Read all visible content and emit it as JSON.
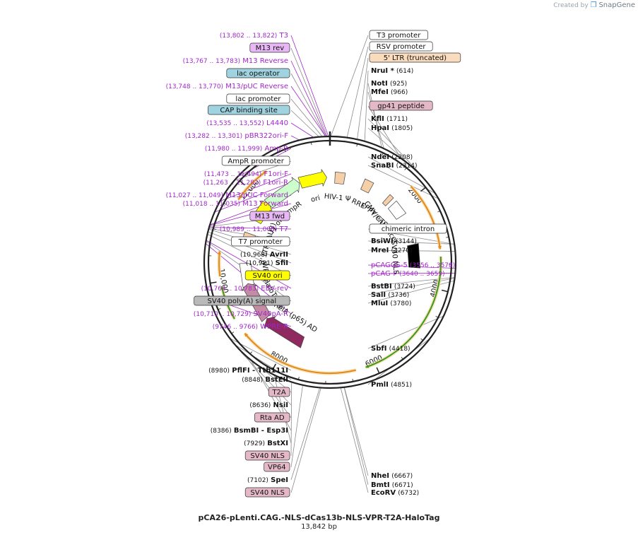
{
  "branding": {
    "created_by": "Created by",
    "app_name": "SnapGene",
    "logo_glyph": "❐"
  },
  "plasmid": {
    "name": "pCA26-pLenti.CAG.-NLS-dCas13b-NLS-VPR-T2A-HaloTag",
    "length": 13842,
    "length_label": "13,842 bp"
  },
  "tick_labels": [
    "2000",
    "4000",
    "6000",
    "8000",
    "10,000",
    "12,000"
  ],
  "features": [
    {
      "name": "HIV-1 Ψ",
      "start": 130,
      "end": 380,
      "direction": "none",
      "color": "#f5cfa8"
    },
    {
      "name": "RRE",
      "start": 880,
      "end": 1114,
      "direction": "none",
      "color": "#f5cfa8"
    },
    {
      "name": "cPPT/CTS",
      "start": 1600,
      "end": 1718,
      "direction": "none",
      "color": "#f5cfa8"
    },
    {
      "name": "CMV enhancer",
      "start": 1820,
      "end": 2200,
      "direction": "none",
      "color": "#ffffff"
    },
    {
      "name": "SV40 NLS",
      "start": 3000,
      "end": 3600,
      "direction": "none",
      "color": "#000000"
    },
    {
      "name": "WPRE",
      "start": 9760,
      "end": 10350,
      "direction": "none",
      "color": "#ffffff"
    },
    {
      "name": "3' LTR (ΔU3)",
      "start": 10900,
      "end": 11134,
      "direction": "none",
      "color": "#f5cfa8"
    },
    {
      "name": "f1 ori",
      "start": 11500,
      "end": 11960,
      "direction": "forward",
      "color": "#ffff00"
    },
    {
      "name": "AmpR",
      "start": 12050,
      "end": 12910,
      "direction": "forward",
      "color": "#ccffcc"
    },
    {
      "name": "ori",
      "start": 13050,
      "end": 13640,
      "direction": "forward",
      "color": "#ffff00"
    },
    {
      "name": "HaloTag®",
      "start": 8800,
      "end": 9700,
      "direction": "forward",
      "color": "#c68ba4"
    },
    {
      "name": "RelA (p65) AD",
      "start": 7650,
      "end": 8650,
      "direction": "forward",
      "color": "#8e2a60"
    }
  ],
  "feature_labels": [
    "HIV-1 Ψ",
    "RRE",
    "cPPT/CTS",
    "CMV enhancer",
    "SV40 NLS",
    "WPRE",
    "3' LTR (ΔU3)",
    "f1 ori",
    "AmpR",
    "ori",
    "HaloTag®",
    "RelA (p65) AD"
  ],
  "orfs": [
    {
      "start": 1800,
      "end": 3200,
      "color": "#e08b1a"
    },
    {
      "start": 3350,
      "end": 6200,
      "color": "#3a9a1e"
    },
    {
      "start": 6400,
      "end": 8850,
      "color": "#e08b1a"
    },
    {
      "start": 9200,
      "end": 9900,
      "color": "#3a9a1e"
    },
    {
      "start": 10100,
      "end": 10600,
      "color": "#e08b1a"
    },
    {
      "start": 11700,
      "end": 12500,
      "color": "#e08b1a"
    }
  ],
  "annotations": [
    {
      "label": "T3",
      "range": "(13,802 .. 13,822)",
      "type": "primer",
      "site": 13812,
      "side": "left",
      "order": 0
    },
    {
      "label": "M13 rev",
      "type": "box",
      "box_color": "#e8b7f5",
      "site": 13790,
      "side": "left",
      "order": 1
    },
    {
      "label": "M13 Reverse",
      "range": "(13,767 .. 13,783)",
      "type": "primer",
      "site": 13775,
      "side": "left",
      "order": 2
    },
    {
      "label": "lac operator",
      "type": "box",
      "box_color": "#9fd3e0",
      "site": 13760,
      "side": "left",
      "order": 3
    },
    {
      "label": "M13/pUC Reverse",
      "range": "(13,748 .. 13,770)",
      "type": "primer",
      "site": 13759,
      "side": "left",
      "order": 4
    },
    {
      "label": "lac promoter",
      "type": "box",
      "box_color": "#ffffff",
      "site": 13700,
      "side": "left",
      "order": 5
    },
    {
      "label": "CAP binding site",
      "type": "box",
      "box_color": "#9fd3e0",
      "site": 13640,
      "side": "left",
      "order": 6
    },
    {
      "label": "L4440",
      "range": "(13,535 .. 13,552)",
      "type": "primer",
      "site": 13543,
      "side": "left",
      "order": 7
    },
    {
      "label": "pBR322ori-F",
      "range": "(13,282 .. 13,301)",
      "type": "primer",
      "site": 13291,
      "side": "left",
      "order": 8
    },
    {
      "label": "Amp-R",
      "range": "(11,980 .. 11,999)",
      "type": "primer",
      "site": 11990,
      "side": "left",
      "order": 9
    },
    {
      "label": "AmpR promoter",
      "type": "box",
      "box_color": "#ffffff",
      "site": 11920,
      "side": "left",
      "order": 10
    },
    {
      "label": "F1ori-F",
      "range": "(11,473 .. 11,494)",
      "type": "primer",
      "site": 11483,
      "side": "left",
      "order": 11
    },
    {
      "label": "F1ori-R",
      "range": "(11,263 .. 11,282)",
      "type": "primer",
      "site": 11272,
      "side": "left",
      "order": 12
    },
    {
      "label": "M13/pUC Forward",
      "range": "(11,027 .. 11,049)",
      "type": "primer",
      "site": 11038,
      "side": "left",
      "order": 13
    },
    {
      "label": "M13 Forward",
      "range": "(11,018 .. 11,035)",
      "type": "primer",
      "site": 11026,
      "side": "left",
      "order": 14
    },
    {
      "label": "M13 fwd",
      "type": "box",
      "box_color": "#e8b7f5",
      "site": 11010,
      "side": "left",
      "order": 15
    },
    {
      "label": "T7",
      "range": "(10,989 .. 11,008)",
      "type": "primer",
      "site": 10998,
      "side": "left",
      "order": 16
    },
    {
      "label": "T7 promoter",
      "type": "box",
      "box_color": "#ffffff",
      "site": 10980,
      "side": "left",
      "order": 17
    },
    {
      "label": "AvrII",
      "pos": "(10,968)",
      "type": "enzyme",
      "site": 10968,
      "side": "left",
      "order": 18
    },
    {
      "label": "SfiI",
      "pos": "(10,921)",
      "type": "enzyme",
      "site": 10921,
      "side": "left",
      "order": 19
    },
    {
      "label": "SV40 ori",
      "type": "box",
      "box_color": "#ffff00",
      "site": 10880,
      "side": "left",
      "order": 20
    },
    {
      "label": "EBV-rev",
      "range": "(10,764 .. 10,783)",
      "type": "primer",
      "site": 10773,
      "side": "left",
      "order": 21
    },
    {
      "label": "SV40 poly(A) signal",
      "type": "box",
      "box_color": "#b9b9b9",
      "site": 10760,
      "side": "left",
      "order": 22
    },
    {
      "label": "SV40pA-R",
      "range": "(10,710 .. 10,729)",
      "type": "primer",
      "site": 10719,
      "side": "left",
      "order": 23
    },
    {
      "label": "WPRE-R",
      "range": "(9746 .. 9766)",
      "type": "primer",
      "site": 9756,
      "side": "left",
      "order": 24
    },
    {
      "label": "PflFI - Tth111I",
      "pos": "(8980)",
      "type": "enzyme",
      "site": 8980,
      "side": "left",
      "order": 25
    },
    {
      "label": "BstEII",
      "pos": "(8848)",
      "type": "enzyme",
      "site": 8848,
      "side": "left",
      "order": 26
    },
    {
      "label": "T2A",
      "type": "box",
      "box_color": "#e4b8c6",
      "site": 8720,
      "side": "left",
      "order": 27
    },
    {
      "label": "NsiI",
      "pos": "(8636)",
      "type": "enzyme",
      "site": 8636,
      "side": "left",
      "order": 28
    },
    {
      "label": "Rta AD",
      "type": "box",
      "box_color": "#e4b8c6",
      "site": 8500,
      "side": "left",
      "order": 29
    },
    {
      "label": "BsmBI - Esp3I",
      "pos": "(8386)",
      "type": "enzyme",
      "site": 8386,
      "side": "left",
      "order": 30
    },
    {
      "label": "BstXI",
      "pos": "(7929)",
      "type": "enzyme",
      "site": 7929,
      "side": "left",
      "order": 31
    },
    {
      "label": "SV40 NLS",
      "type": "box",
      "box_color": "#e4b8c6",
      "site": 7600,
      "side": "left",
      "order": 32
    },
    {
      "label": "VP64",
      "type": "box",
      "box_color": "#e4b8c6",
      "site": 7400,
      "side": "left",
      "order": 33
    },
    {
      "label": "SpeI",
      "pos": "(7102)",
      "type": "enzyme",
      "site": 7102,
      "side": "left",
      "order": 34
    },
    {
      "label": "SV40 NLS",
      "type": "box",
      "box_color": "#e4b8c6",
      "site": 7080,
      "side": "left",
      "order": 35
    },
    {
      "label": "T3 promoter",
      "type": "box",
      "box_color": "#ffffff",
      "site": 20,
      "side": "right",
      "order": 0
    },
    {
      "label": "RSV promoter",
      "type": "box",
      "box_color": "#ffffff",
      "site": 300,
      "side": "right",
      "order": 1
    },
    {
      "label": "5' LTR (truncated)",
      "type": "box",
      "box_color": "#f9dbbd",
      "site": 480,
      "side": "right",
      "order": 2
    },
    {
      "label": "NruI *",
      "pos": "(614)",
      "type": "enzyme",
      "site": 614,
      "side": "right",
      "order": 3
    },
    {
      "label": "NotI",
      "pos": "(925)",
      "type": "enzyme",
      "site": 925,
      "side": "right",
      "order": 4
    },
    {
      "label": "MfeI",
      "pos": "(966)",
      "type": "enzyme",
      "site": 966,
      "side": "right",
      "order": 5
    },
    {
      "label": "gp41 peptide",
      "type": "box",
      "box_color": "#e4b8c6",
      "site": 1300,
      "side": "right",
      "order": 6
    },
    {
      "label": "KflI",
      "pos": "(1711)",
      "type": "enzyme",
      "site": 1711,
      "side": "right",
      "order": 7
    },
    {
      "label": "HpaI",
      "pos": "(1805)",
      "type": "enzyme",
      "site": 1805,
      "side": "right",
      "order": 8
    },
    {
      "label": "NdeI",
      "pos": "(2208)",
      "type": "enzyme",
      "site": 2208,
      "side": "right",
      "order": 9
    },
    {
      "label": "SnaBI",
      "pos": "(2314)",
      "type": "enzyme",
      "site": 2314,
      "side": "right",
      "order": 10
    },
    {
      "label": "chimeric intron",
      "type": "box",
      "box_color": "#ffffff",
      "site": 3150,
      "side": "right",
      "order": 11
    },
    {
      "label": "BsiWI",
      "pos": "(3144)",
      "type": "enzyme",
      "site": 3144,
      "side": "right",
      "order": 12
    },
    {
      "label": "MreI",
      "pos": "(3270)",
      "type": "enzyme",
      "site": 3270,
      "side": "right",
      "order": 13
    },
    {
      "label": "pCAGGS-5",
      "range": "(3556 .. 3578)",
      "type": "primer",
      "site": 3567,
      "side": "right",
      "order": 14
    },
    {
      "label": "pCAG-F",
      "range": "(3640 .. 3659)",
      "type": "primer",
      "site": 3650,
      "side": "right",
      "order": 15
    },
    {
      "label": "BstBI",
      "pos": "(3724)",
      "type": "enzyme",
      "site": 3724,
      "side": "right",
      "order": 16
    },
    {
      "label": "SalI",
      "pos": "(3736)",
      "type": "enzyme",
      "site": 3736,
      "side": "right",
      "order": 17
    },
    {
      "label": "MluI",
      "pos": "(3780)",
      "type": "enzyme",
      "site": 3780,
      "side": "right",
      "order": 18
    },
    {
      "label": "SbfI",
      "pos": "(4418)",
      "type": "enzyme",
      "site": 4418,
      "side": "right",
      "order": 19
    },
    {
      "label": "PmlI",
      "pos": "(4851)",
      "type": "enzyme",
      "site": 4851,
      "side": "right",
      "order": 20
    },
    {
      "label": "NheI",
      "pos": "(6667)",
      "type": "enzyme",
      "site": 6667,
      "side": "right",
      "order": 21
    },
    {
      "label": "BmtI",
      "pos": "(6671)",
      "type": "enzyme",
      "site": 6671,
      "side": "right",
      "order": 22
    },
    {
      "label": "EcoRV",
      "pos": "(6732)",
      "type": "enzyme",
      "site": 6732,
      "side": "right",
      "order": 23
    }
  ],
  "colors": {
    "backbone": "#222222",
    "primer": "#a126c9",
    "enzyme": "#111111",
    "line": "#8a8a8a"
  }
}
